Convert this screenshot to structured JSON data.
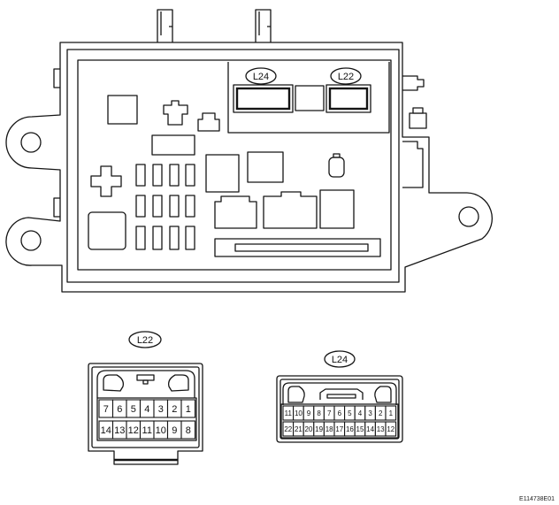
{
  "block": {
    "slot_label_l24": "L24",
    "slot_label_l22": "L22"
  },
  "connectors": {
    "l22": {
      "label": "L22",
      "top_row": [
        "7",
        "6",
        "5",
        "4",
        "3",
        "2",
        "1"
      ],
      "bottom_row": [
        "14",
        "13",
        "12",
        "11",
        "10",
        "9",
        "8"
      ]
    },
    "l24": {
      "label": "L24",
      "top_row": [
        "11",
        "10",
        "9",
        "8",
        "7",
        "6",
        "5",
        "4",
        "3",
        "2",
        "1"
      ],
      "bottom_row": [
        "22",
        "21",
        "20",
        "19",
        "18",
        "17",
        "16",
        "15",
        "14",
        "13",
        "12"
      ]
    }
  },
  "figure_id": "E114738E01"
}
